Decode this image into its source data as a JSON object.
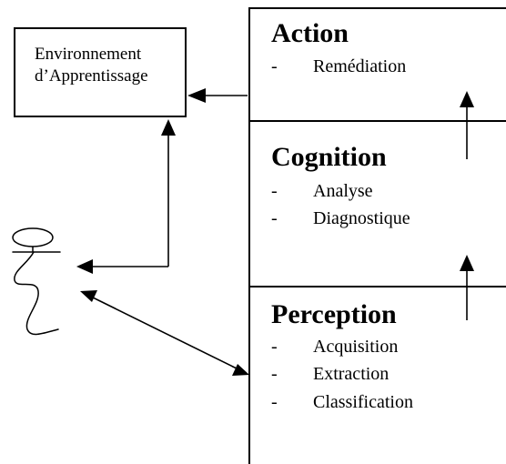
{
  "environment": {
    "line1": "Environnement",
    "line2": "d’Apprentissage"
  },
  "sections": [
    {
      "title": "Action",
      "items": [
        "Remédiation"
      ]
    },
    {
      "title": "Cognition",
      "items": [
        "Analyse",
        "Diagnostique"
      ]
    },
    {
      "title": "Perception",
      "items": [
        "Acquisition",
        "Extraction",
        "Classification"
      ]
    }
  ],
  "bullet": "-"
}
